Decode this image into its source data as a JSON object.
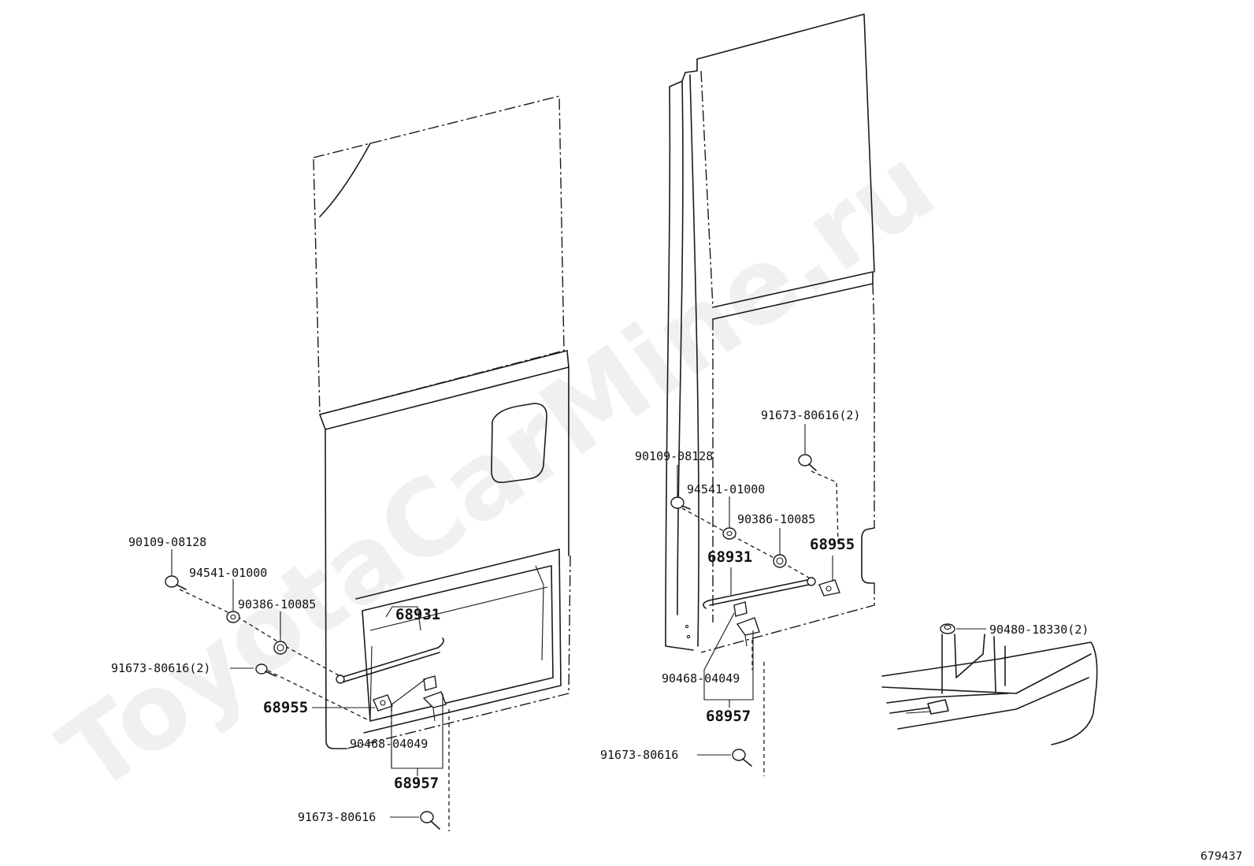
{
  "watermark": "ToyotaCarMine.ru",
  "diagram_code": "679437",
  "left_door": {
    "labels": {
      "bolt_a": "90109-08128",
      "washer_a": "94541-01000",
      "nut_a": "90386-10085",
      "rod": "68931",
      "screw_top": "91673-80616(2)",
      "bracket": "68955",
      "stopper": "90468-04049",
      "lock_assy": "68957",
      "screw_bottom": "91673-80616"
    }
  },
  "right_door": {
    "labels": {
      "screw_top": "91673-80616(2)",
      "bolt_a": "90109-08128",
      "washer_a": "94541-01000",
      "nut_a": "90386-10085",
      "bracket": "68955",
      "rod": "68931",
      "stopper": "90468-04049",
      "lock_assy": "68957",
      "screw_bottom": "91673-80616"
    }
  },
  "body_inset": {
    "labels": {
      "clip": "90480-18330(2)"
    }
  }
}
